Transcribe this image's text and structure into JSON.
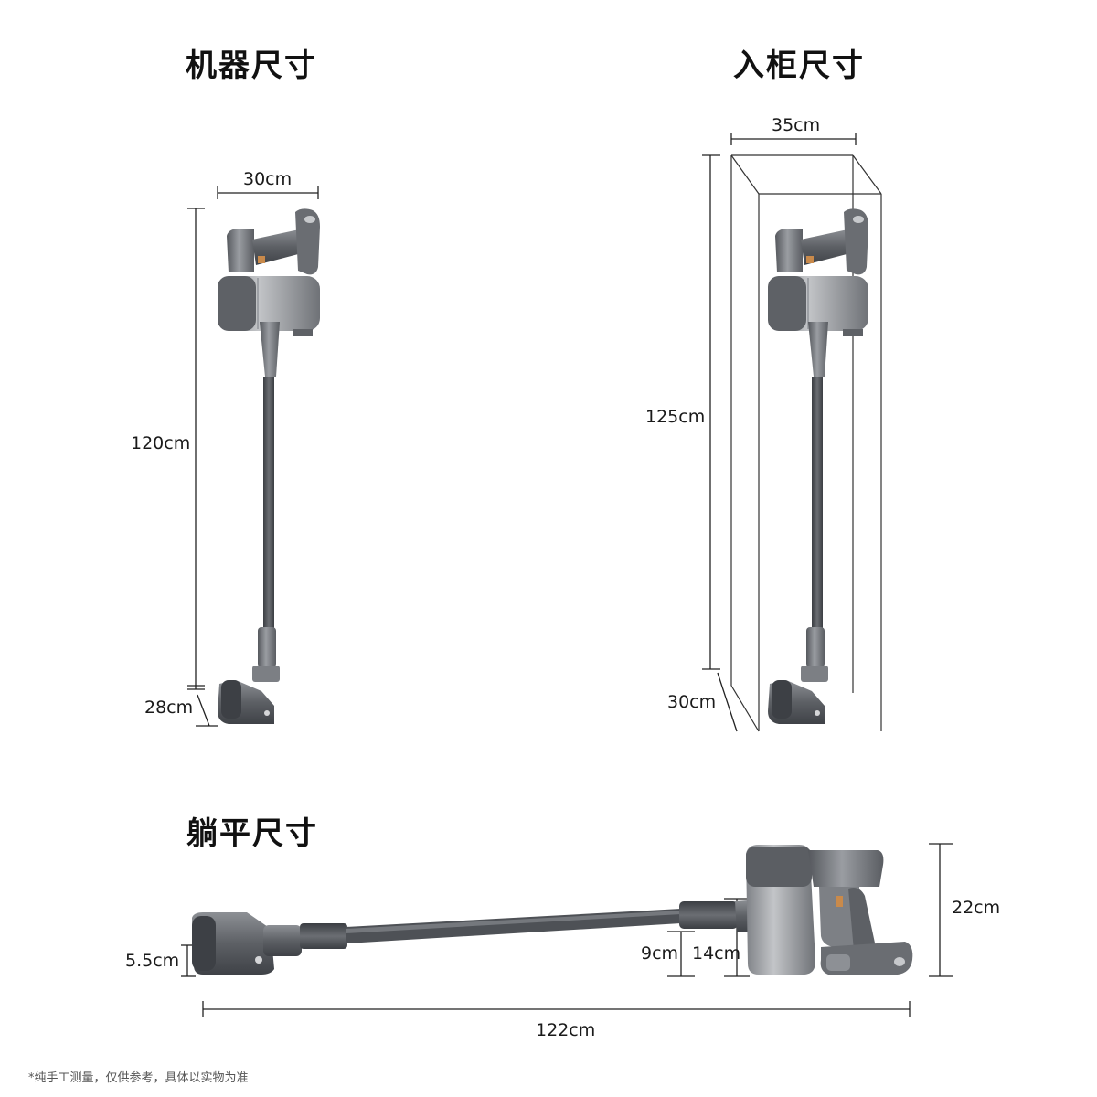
{
  "titles": {
    "machine_size": "机器尺寸",
    "cabinet_size": "入柜尺寸",
    "flat_size": "躺平尺寸"
  },
  "machine": {
    "width": "30cm",
    "height": "120cm",
    "head_depth": "28cm"
  },
  "cabinet": {
    "width": "35cm",
    "height": "125cm",
    "depth": "30cm"
  },
  "flat": {
    "head_height": "5.5cm",
    "tube_clearance": "9cm",
    "body_clearance": "14cm",
    "total_height": "22cm",
    "total_length": "122cm"
  },
  "footnote": "*纯手工测量，仅供参考，具体以实物为准",
  "colors": {
    "body_gray": "#6e7176",
    "tube_dark": "#4d5055",
    "accent_copper": "#c98a4b",
    "dimension_line": "#222222"
  }
}
